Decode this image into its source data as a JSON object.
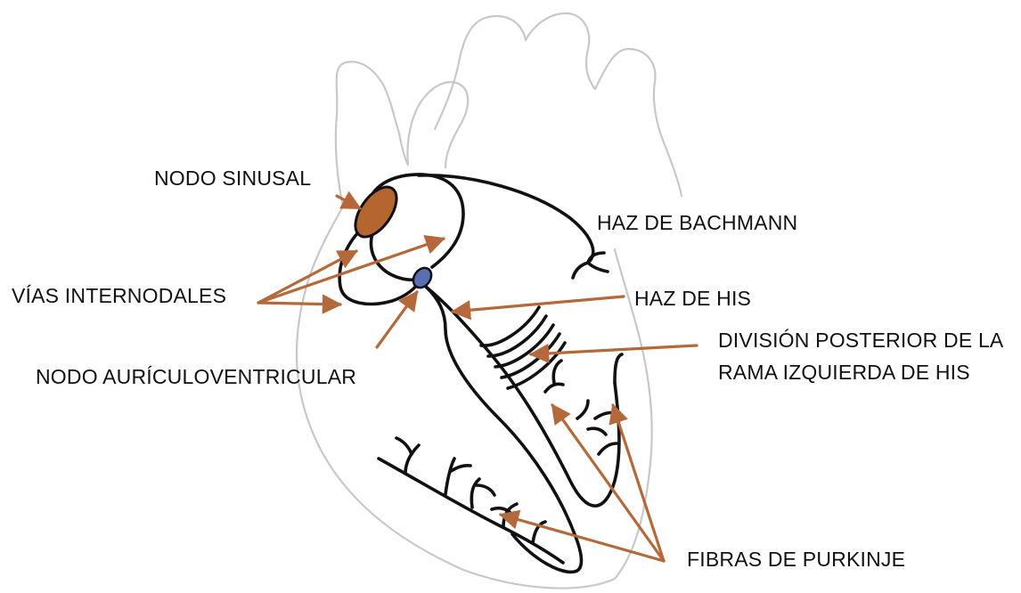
{
  "labels": {
    "nodo_sinusal": "NODO SINUSAL",
    "vias_internodales": "VÍAS INTERNODALES",
    "nodo_av": "NODO AURÍCULOVENTRICULAR",
    "haz_bachmann": "HAZ DE BACHMANN",
    "haz_his": "HAZ DE HIS",
    "division_posterior_line1": "DIVISIÓN POSTERIOR DE LA",
    "division_posterior_line2": "RAMA IZQUIERDA DE HIS",
    "fibras_purkinje": "FIBRAS DE PURKINJE"
  },
  "colors": {
    "arrow": "#B5683A",
    "sa_node": "#B5652F",
    "av_node": "#5B6FB5",
    "conduction_path": "#111111",
    "heart_outline": "#C8C8C8"
  }
}
